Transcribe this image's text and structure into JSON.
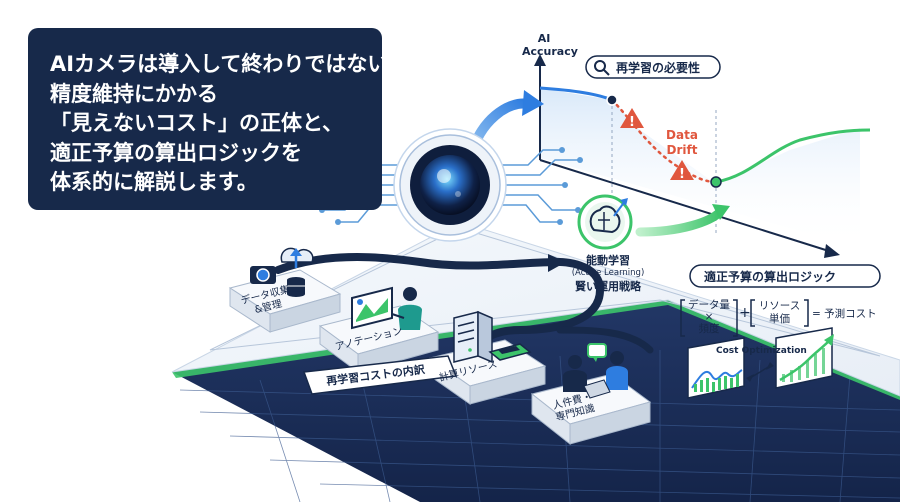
{
  "headline": {
    "lines": [
      "AIカメラは導入して終わりではない。",
      "精度維持にかかる",
      "「見えないコスト」の正体と、",
      "適正予算の算出ロジックを",
      "体系的に解説します。"
    ]
  },
  "accuracy_chart": {
    "y_label_lines": [
      "AI",
      "Accuracy"
    ],
    "badge": "再学習の必要性",
    "annotation_lines": [
      "Data",
      "Drift"
    ],
    "colors": {
      "line": "#2e7de0",
      "drift": "#e0573e",
      "recover": "#3cc46a",
      "warning": "#e0573e"
    }
  },
  "active_learning": {
    "lines": [
      "能動学習",
      "(Active Learning)",
      "賢い運用戦略"
    ]
  },
  "cost_logic": {
    "title": "適正予算の算出ロジック",
    "term1_top": "データ量",
    "term1_op": "×",
    "term1_bottom": "頻度",
    "plus": "+",
    "term2_top": "リソース",
    "term2_bottom": "単価",
    "equals": "=",
    "result": "予測コスト",
    "optimization_label": "Cost Optimization"
  },
  "pipeline": {
    "steps": [
      {
        "label_lines": [
          "データ収集",
          "&管理"
        ]
      },
      {
        "label_lines": [
          "アノテーション"
        ]
      },
      {
        "label_lines": [
          "計算リソース"
        ]
      },
      {
        "label_lines": [
          "人件費・",
          "専門知識"
        ]
      }
    ],
    "breakdown_label": "再学習コストの内訳"
  },
  "colors": {
    "navy": "#17294a",
    "accent_blue": "#2e7de0",
    "accent_green": "#3cc46a",
    "platform_dark": "#1d2f5a"
  }
}
